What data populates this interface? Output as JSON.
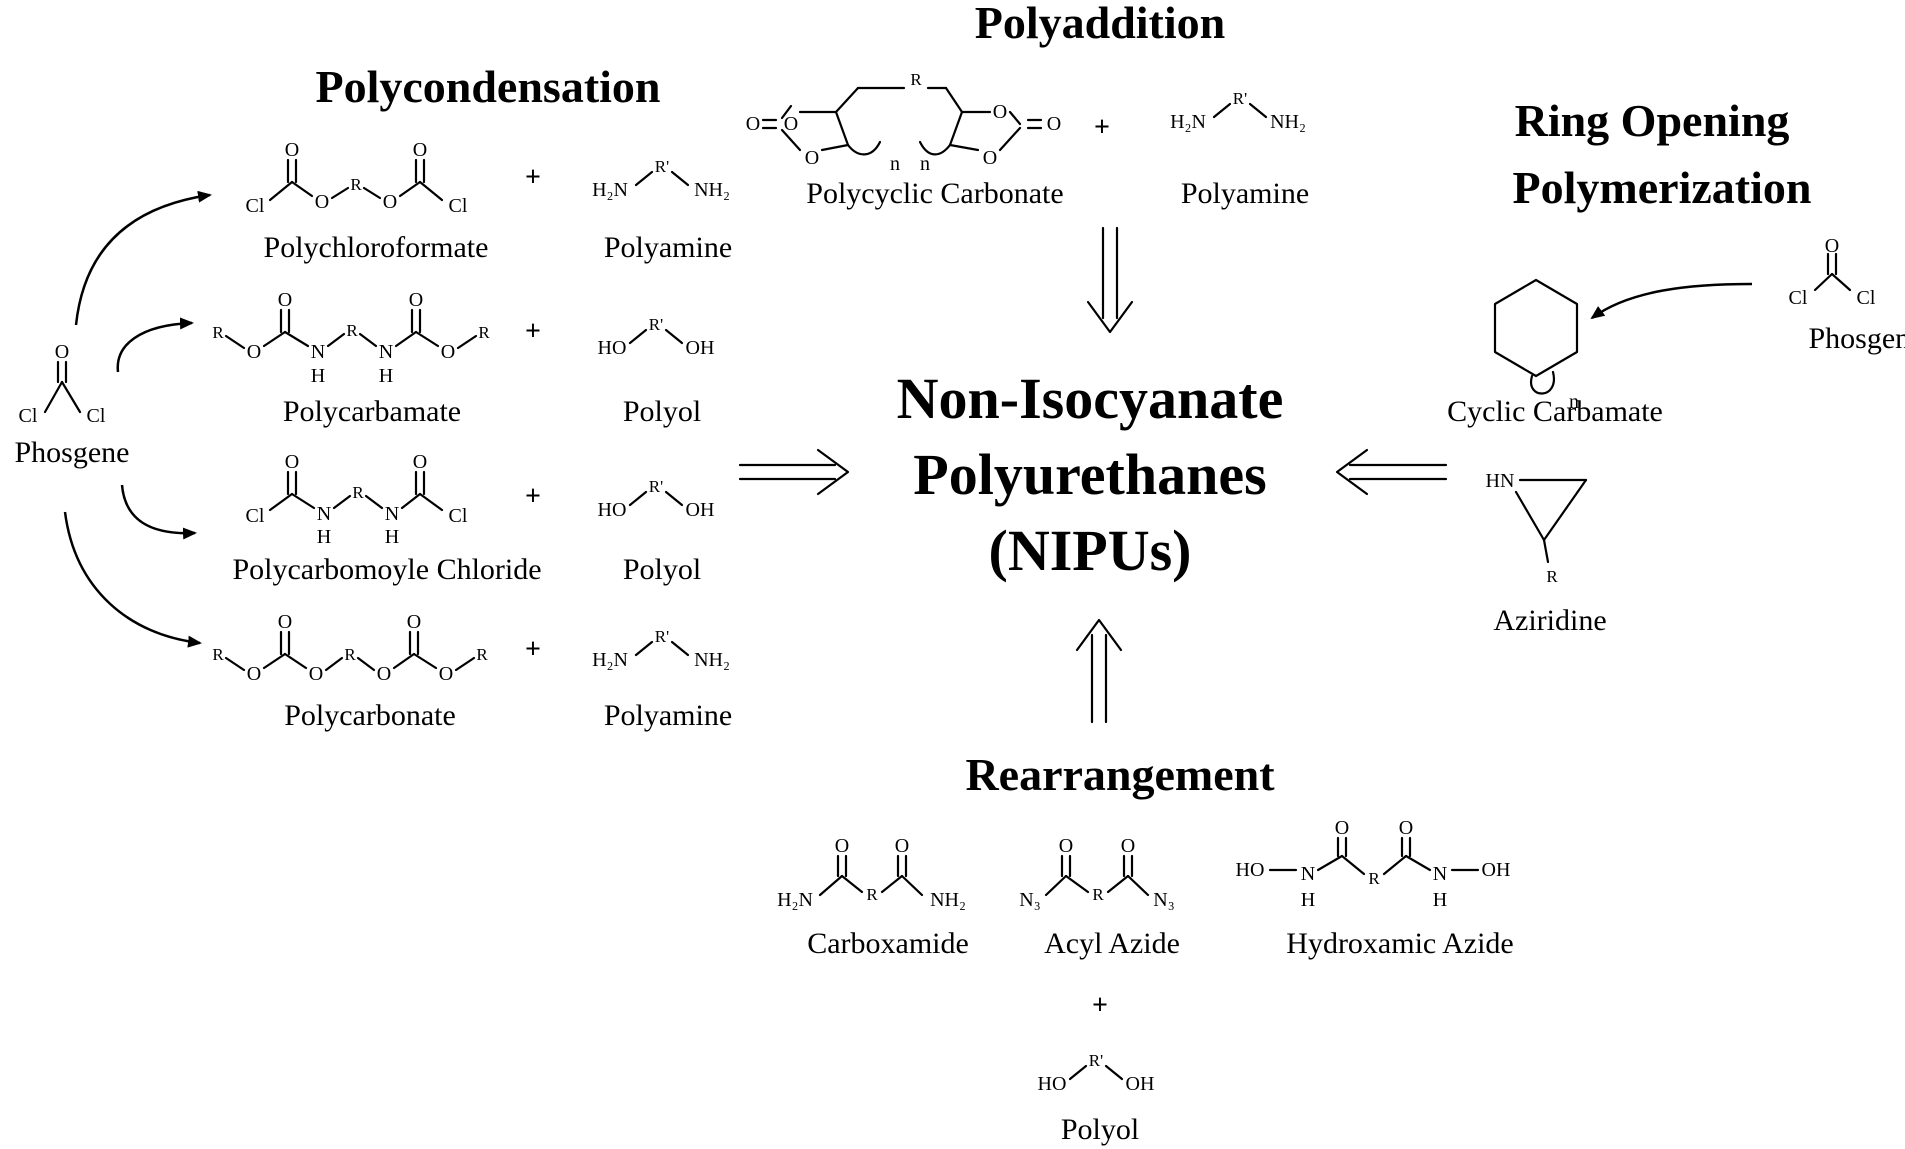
{
  "sections": {
    "polycondensation": "Polycondensation",
    "polyaddition": "Polyaddition",
    "ring_opening_1": "Ring Opening",
    "ring_opening_2": "Polymerization",
    "rearrangement": "Rearrangement"
  },
  "center": {
    "line1": "Non-Isocyanate",
    "line2": "Polyurethanes",
    "line3": "(NIPUs)"
  },
  "phosgene": "Phosgene",
  "polycondensation_rows": [
    {
      "reactant": "Polychloroformate",
      "coreactant": "Polyamine"
    },
    {
      "reactant": "Polycarbamate",
      "coreactant": "Polyol"
    },
    {
      "reactant": "Polycarbomoyle Chloride",
      "coreactant": "Polyol"
    },
    {
      "reactant": "Polycarbonate",
      "coreactant": "Polyamine"
    }
  ],
  "polyaddition": {
    "reactant": "Polycyclic Carbonate",
    "coreactant": "Polyamine"
  },
  "ring_opening": {
    "reactant1": "Cyclic Carbamate",
    "phosgene": "Phosgene",
    "reactant2": "Aziridine"
  },
  "rearrangement": {
    "items": [
      "Carboxamide",
      "Acyl Azide",
      "Hydroxamic Azide"
    ],
    "coreactant": "Polyol"
  },
  "plus": "+",
  "atoms": {
    "O": "O",
    "Cl": "Cl",
    "R": "R",
    "Rp": "R'",
    "N": "N",
    "H": "H",
    "HO": "HO",
    "OH": "OH",
    "H2N": "H₂N",
    "NH2": "NH₂",
    "HN": "HN",
    "N3": "N₃",
    "n": "n"
  }
}
